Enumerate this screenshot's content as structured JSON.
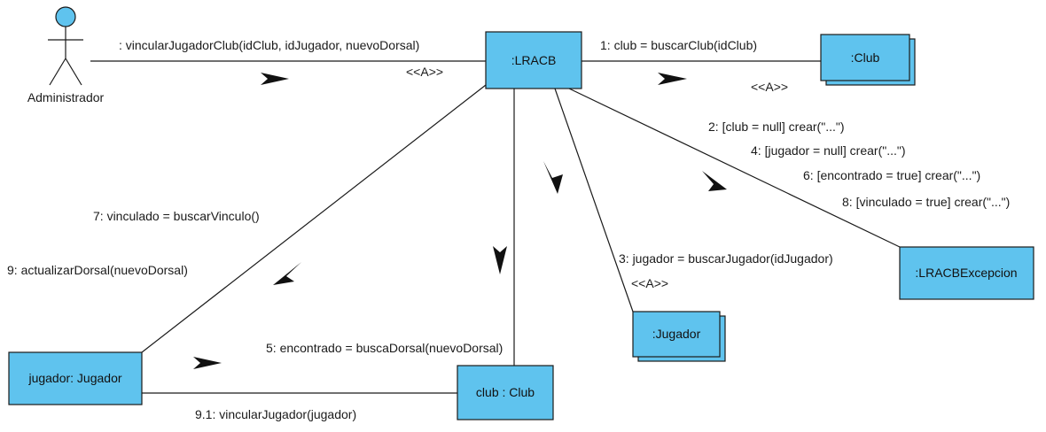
{
  "actor": {
    "name": "Administrador"
  },
  "objects": {
    "lracb": ":LRACB",
    "club_multi": ":Club",
    "excepcion": ":LRACBExcepcion",
    "jugador_multi": ":Jugador",
    "jugador_obj": "jugador: Jugador",
    "club_obj": "club : Club"
  },
  "messages": {
    "m0": ": vincularJugadorClub(idClub, idJugador, nuevoDorsal)",
    "m0_stereo": "<<A>>",
    "m1": "1: club = buscarClub(idClub)",
    "m1_stereo": "<<A>>",
    "m2": "2: [club = null] crear(\"...\")",
    "m4": "4: [jugador = null] crear(\"...\")",
    "m6": "6: [encontrado = true] crear(\"...\")",
    "m8": "8: [vinculado = true] crear(\"...\")",
    "m3": "3: jugador = buscarJugador(idJugador)",
    "m3_stereo": "<<A>>",
    "m7": "7: vinculado = buscarVinculo()",
    "m9": "9: actualizarDorsal(nuevoDorsal)",
    "m5": "5: encontrado = buscaDorsal(nuevoDorsal)",
    "m91": "9.1: vincularJugador(jugador)"
  },
  "colors": {
    "object_fill": "#5fc3ee",
    "stroke": "#1a1a1a"
  }
}
